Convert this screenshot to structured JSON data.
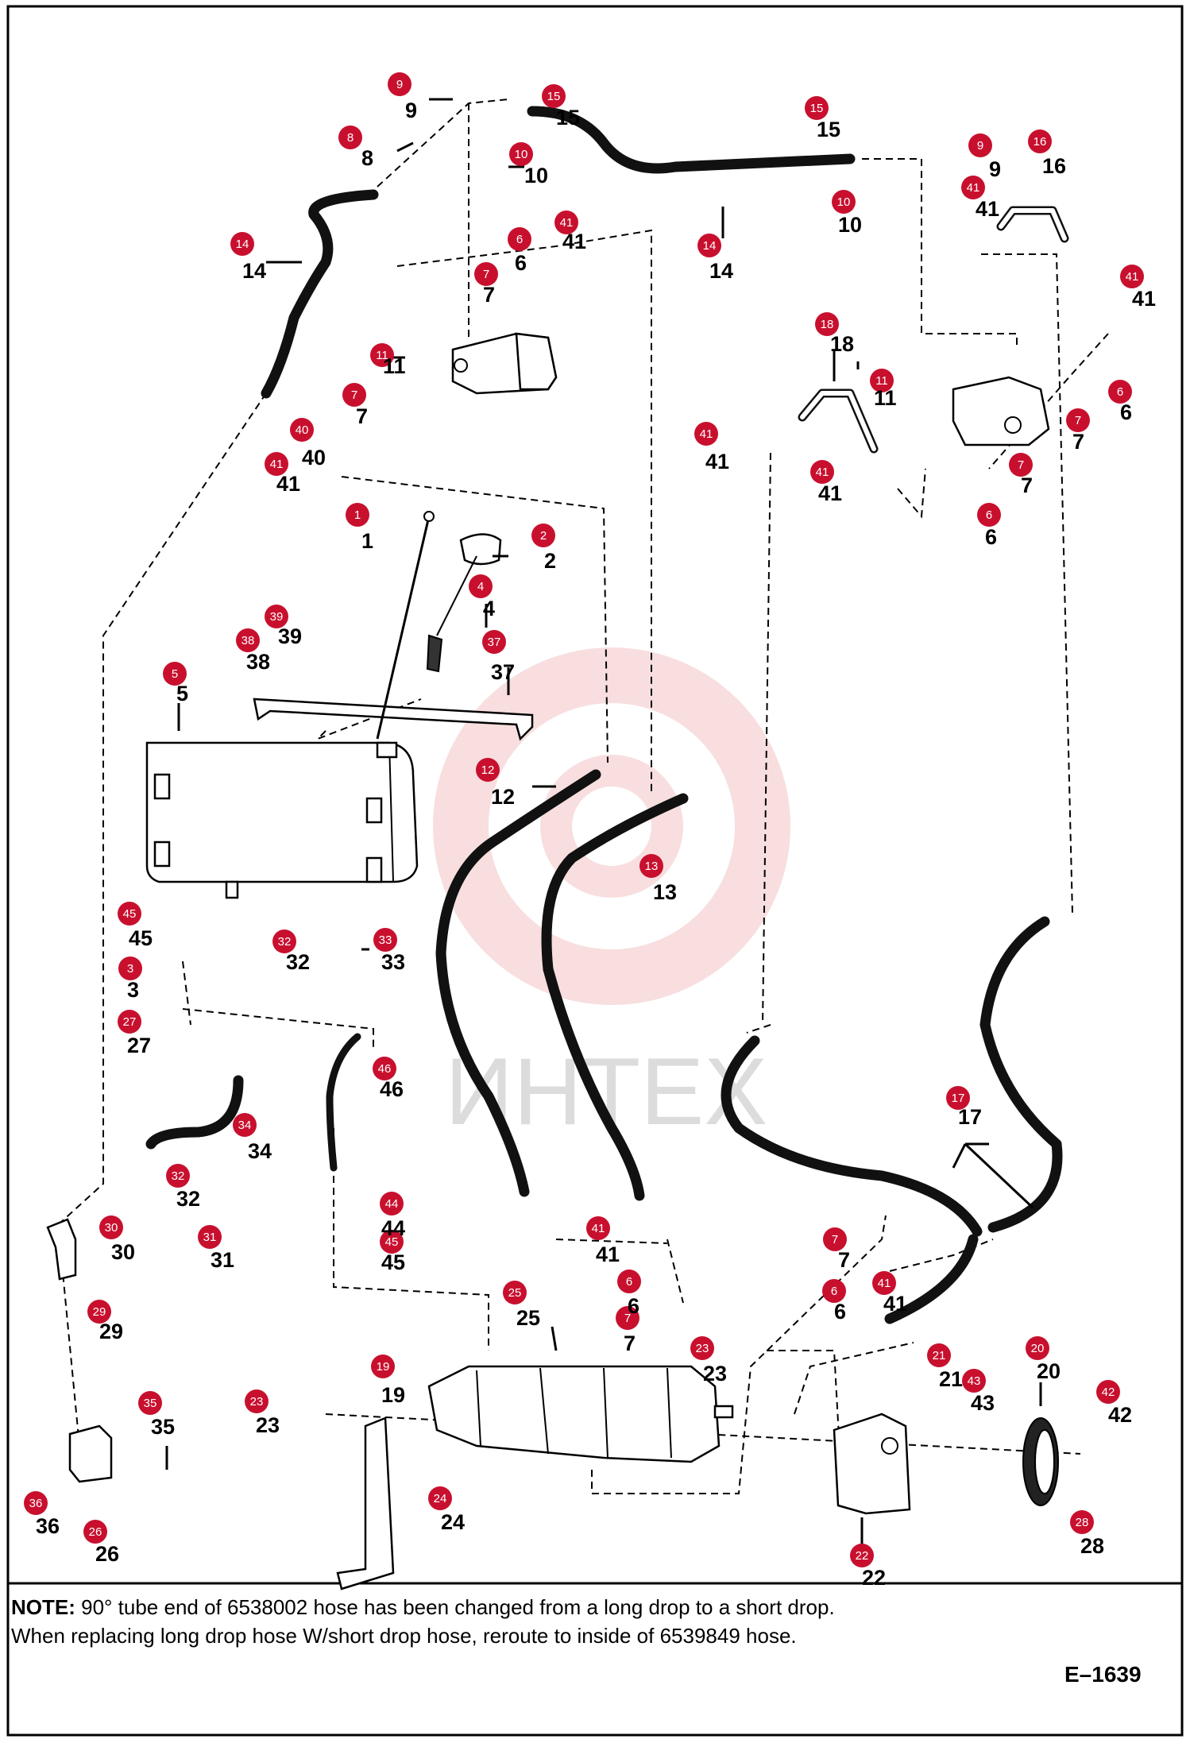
{
  "note": {
    "label": "NOTE:",
    "line1": "90° tube end of 6538002 hose has been changed from a long drop to a short drop.",
    "line2": "When replacing long drop hose W/short drop hose, reroute to inside of 6539849 hose."
  },
  "figure_code": "E–1639",
  "watermark_text": "ИНТЕХ",
  "colors": {
    "badge": "#c8102e",
    "watermark": "#f3c3c3"
  },
  "callouts": [
    "1",
    "2",
    "3",
    "4",
    "5",
    "6",
    "7",
    "8",
    "9",
    "10",
    "11",
    "12",
    "13",
    "14",
    "15",
    "16",
    "17",
    "18",
    "19",
    "20",
    "21",
    "22",
    "23",
    "24",
    "25",
    "26",
    "27",
    "28",
    "29",
    "30",
    "31",
    "32",
    "33",
    "34",
    "35",
    "36",
    "37",
    "38",
    "39",
    "40",
    "41",
    "42",
    "43",
    "44",
    "45",
    "46"
  ]
}
